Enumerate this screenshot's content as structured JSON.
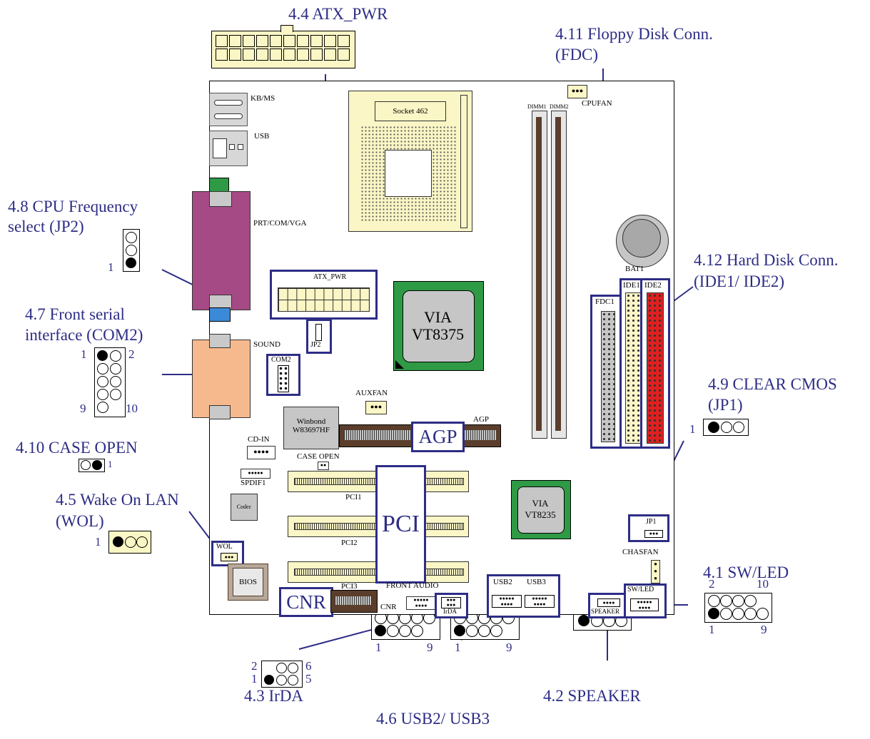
{
  "callouts": {
    "atx_pwr": "4.4 ATX_PWR",
    "fdc_1": "4.11 Floppy Disk Conn.",
    "fdc_2": "(FDC)",
    "cpu_freq_1": "4.8 CPU Frequency",
    "cpu_freq_2": "select (JP2)",
    "hdd_1": "4.12 Hard Disk Conn.",
    "hdd_2": "(IDE1/ IDE2)",
    "com2_1": "4.7 Front serial",
    "com2_2": "interface (COM2)",
    "clear_cmos_1": "4.9 CLEAR CMOS",
    "clear_cmos_2": "(JP1)",
    "case_open": "4.10 CASE  OPEN",
    "wol_1": "4.5 Wake On LAN",
    "wol_2": "(WOL)",
    "sw_led": "4.1 SW/LED",
    "irda": "4.3 IrDA",
    "usb": "4.6 USB2/ USB3",
    "speaker": "4.2 SPEAKER"
  },
  "pin_numbers": {
    "one": "1",
    "two": "2",
    "five": "5",
    "six": "6",
    "nine": "9",
    "ten": "10"
  },
  "board": {
    "socket": "Socket 462",
    "kbms": "KB/MS",
    "usb": "USB",
    "prt": "PRT/COM/VGA",
    "sound": "SOUND",
    "atx_pwr": "ATX_PWR",
    "jp2": "JP2",
    "com2": "COM2",
    "north_bridge_1": "VIA",
    "north_bridge_2": "VT8375",
    "south_bridge_1": "VIA",
    "south_bridge_2": "VT8235",
    "dimm1": "DIMM1",
    "dimm2": "DIMM2",
    "cpufan": "CPUFAN",
    "bat1": "BAT1",
    "fdc1": "FDC1",
    "ide1": "IDE1",
    "ide2": "IDE2",
    "auxfan": "AUXFAN",
    "agp_small": "AGP",
    "agp_big": "AGP",
    "winbond_1": "Winbond",
    "winbond_2": "W83697HF",
    "cd_in": "CD-IN",
    "case_open": "CASE  OPEN",
    "spdif1": "SPDIF1",
    "codec": "Codec",
    "pci1": "PCI1",
    "pci2": "PCI2",
    "pci3": "PCI3",
    "pci_big": "PCI",
    "wol": "WOL",
    "bios": "BIOS",
    "cnr_big": "CNR",
    "cnr_small": "CNR",
    "front_audio": "FRONT  AUDIO",
    "irda": "IrDA",
    "usb2": "USB2",
    "usb3": "USB3",
    "speaker": "SPEAKER",
    "sw_led": "SW/LED",
    "chasfan": "CHASFAN",
    "jp1": "JP1"
  },
  "colors": {
    "callout": "#2d2d86",
    "chip_green": "#2f9a45",
    "ide2_red": "#e02020",
    "ide1_cream": "#fbf5c8",
    "socket_cream": "#fbf6c5",
    "prt_purple": "#a64a86",
    "sound_orange": "#f6b98e"
  }
}
